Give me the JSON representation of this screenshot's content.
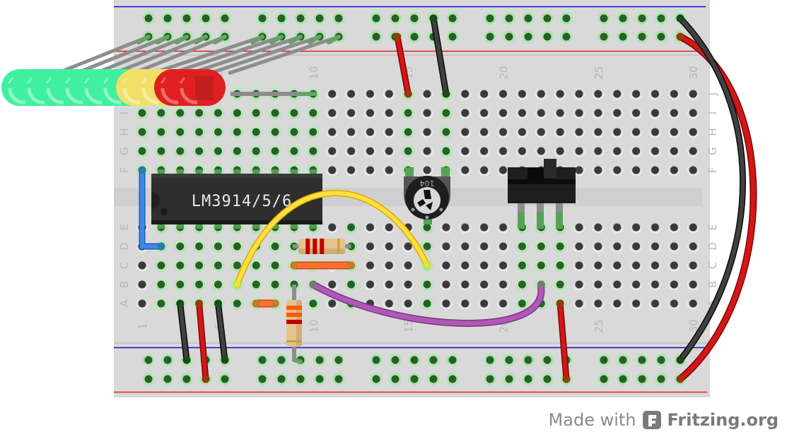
{
  "footer": {
    "made_with": "Made with",
    "brand": "Fritzing.org",
    "logo_icon": "fritzing-logo-icon"
  },
  "breadboard": {
    "columns": 30,
    "rows_top": [
      "J",
      "I",
      "H",
      "G",
      "F"
    ],
    "rows_bottom": [
      "E",
      "D",
      "C",
      "B",
      "A"
    ],
    "column_labels": [
      "1",
      "5",
      "10",
      "15",
      "20",
      "25",
      "30"
    ],
    "rail_colors": {
      "positive": "#e02020",
      "negative": "#1010d0"
    }
  },
  "components": {
    "ic": {
      "label": "LM3914/5/6",
      "type": "dip-18"
    },
    "potentiometer": {
      "label": "104",
      "type": "trimmer"
    },
    "switch": {
      "type": "slide-switch"
    },
    "leds": [
      {
        "color": "green"
      },
      {
        "color": "green"
      },
      {
        "color": "green"
      },
      {
        "color": "green"
      },
      {
        "color": "green"
      },
      {
        "color": "green"
      },
      {
        "color": "yellow"
      },
      {
        "color": "yellow"
      },
      {
        "color": "red"
      },
      {
        "color": "red"
      }
    ],
    "resistors": [
      {
        "id": "R1",
        "bands": [
          "red",
          "red",
          "red",
          "gold"
        ],
        "orientation": "horizontal",
        "row": "D",
        "from_col": 9,
        "to_col": 12
      },
      {
        "id": "R2",
        "bands": [
          "orange",
          "orange",
          "red",
          "gold"
        ],
        "orientation": "vertical",
        "col": 9,
        "from": "B",
        "to": "bottom-rail-1"
      }
    ]
  },
  "wires": [
    {
      "color": "blue",
      "from": "F1",
      "to": "D2"
    },
    {
      "color": "yellow",
      "from": "B6",
      "to": "C16"
    },
    {
      "color": "orange",
      "from": "C9",
      "to": "C12"
    },
    {
      "color": "orange",
      "from": "A7",
      "to": "A8"
    },
    {
      "color": "purple",
      "from": "B10",
      "to": "B22"
    },
    {
      "color": "black",
      "from": "A3",
      "to": "bottom-rail-1"
    },
    {
      "color": "red",
      "from": "A4",
      "to": "bottom-rail-2"
    },
    {
      "color": "black",
      "from": "A5",
      "to": "bottom-rail-1"
    },
    {
      "color": "red",
      "from": "A23",
      "to": "bottom-rail-2"
    },
    {
      "color": "red",
      "from": "top-rail-2",
      "to": "J15"
    },
    {
      "color": "black",
      "from": "top-rail-1",
      "to": "J17"
    },
    {
      "color": "black",
      "from": "top-rail-1",
      "to": "bottom-rail-1"
    },
    {
      "color": "red",
      "from": "top-rail-2",
      "to": "bottom-rail-2"
    }
  ],
  "colors": {
    "board": "#d9d9d9",
    "channel": "#cfcfcf",
    "hole": "#3a3a3a",
    "hole_connected": "#2a5e2a",
    "hole_glow": "#a8e8a8"
  }
}
